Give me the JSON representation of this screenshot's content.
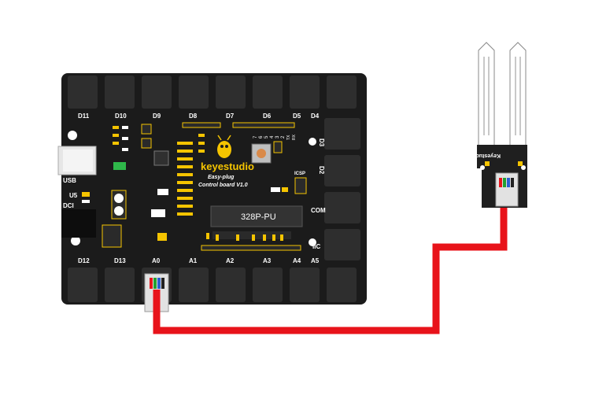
{
  "board": {
    "brand": "keyestudio",
    "line1": "Easy-plug",
    "line2": "Control board V1.0",
    "chip": "328P-PU",
    "top_labels": [
      "D11",
      "D10",
      "D9",
      "D8",
      "D7",
      "D6",
      "D5",
      "D4"
    ],
    "bottom_labels": [
      "D12",
      "D13",
      "A0",
      "A1",
      "A2",
      "A3",
      "A4",
      "A5"
    ],
    "right_labels": [
      "D3",
      "D2",
      "COM",
      "IIC"
    ],
    "left_labels": [
      "USB",
      "U5",
      "DCI"
    ],
    "icsp": "ICSP",
    "header_digits": [
      "7",
      "6",
      "5",
      "4",
      "3",
      "2",
      "TX",
      "RX"
    ]
  },
  "sensor": {
    "brand": "Keyestudio"
  },
  "colors": {
    "board": "#1b1b1b",
    "port": "#2e2e2e",
    "wire": "#e8131a",
    "accent": "#f5c400",
    "sensor_board": "#1f1f1f",
    "probe": "#ffffff"
  }
}
